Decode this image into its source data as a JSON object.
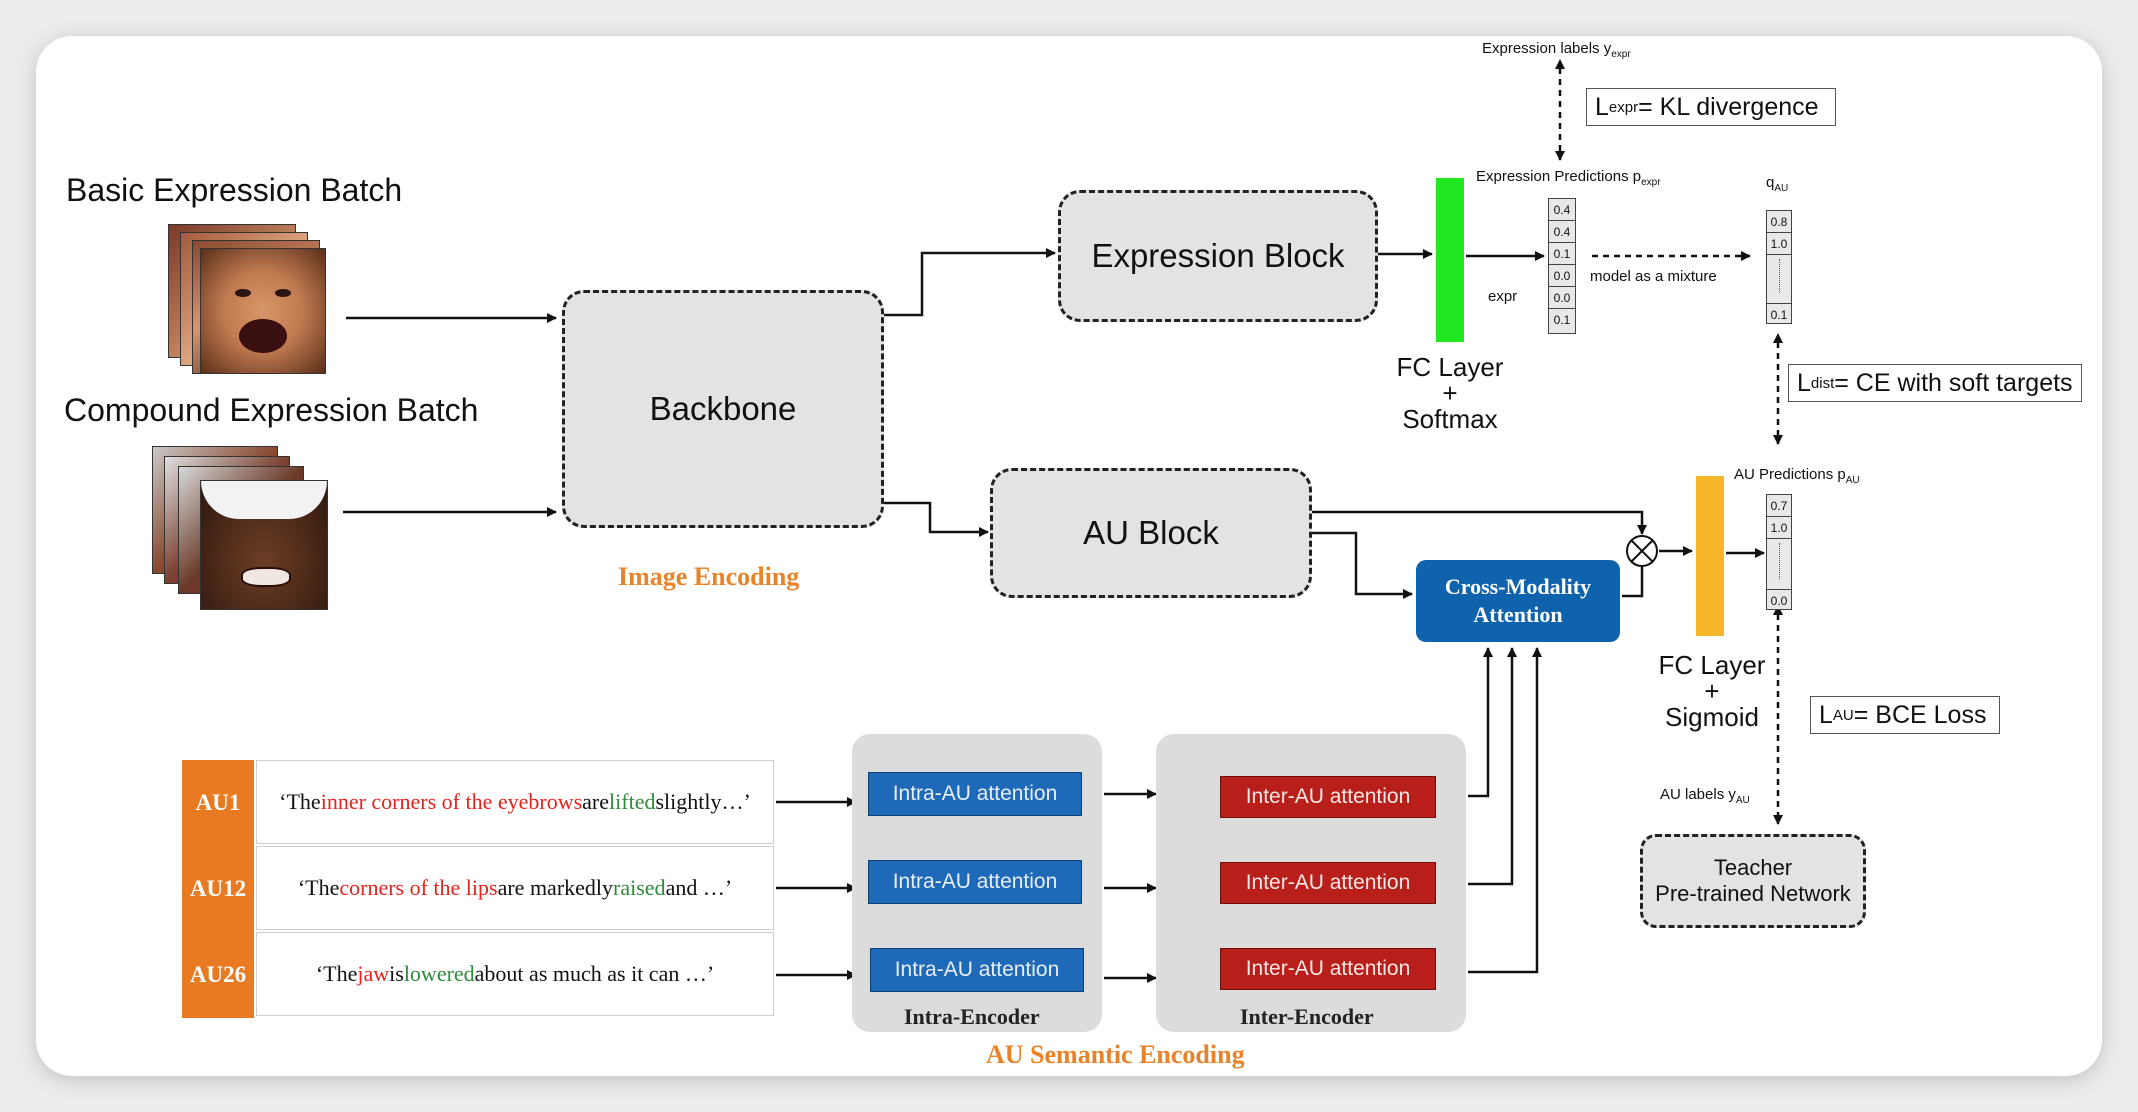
{
  "batches": {
    "basic": "Basic Expression Batch",
    "compound": "Compound Expression Batch"
  },
  "blocks": {
    "backbone": "Backbone",
    "expression": "Expression Block",
    "au": "AU Block",
    "teacher_line1": "Teacher",
    "teacher_line2": "Pre-trained Network"
  },
  "section_labels": {
    "image_encoding": "Image Encoding",
    "au_semantic_encoding": "AU Semantic Encoding"
  },
  "fc_expr": {
    "line1": "FC Layer",
    "line2": "+",
    "line3": "Softmax"
  },
  "fc_au": {
    "line1": "FC Layer",
    "line2": "+",
    "line3": "Sigmoid"
  },
  "cross_modality": {
    "line1": "Cross-Modality",
    "line2": "Attention"
  },
  "labels": {
    "expr_labels": "Expression labels y",
    "expr_labels_sub": "expr",
    "expr_predictions": "Expression Predictions p",
    "expr_predictions_sub": "expr",
    "expr_short": "expr",
    "q_au": "q",
    "q_au_sub": "AU",
    "mixture": "model as a mixture",
    "au_predictions": "AU Predictions p",
    "au_predictions_sub": "AU",
    "au_labels": "AU labels y",
    "au_labels_sub": "AU"
  },
  "losses": {
    "expr": {
      "prefix": "L",
      "sub": "expr",
      "rest": " = KL divergence"
    },
    "dist": {
      "prefix": "L",
      "sub": "dist",
      "rest": "= CE with soft targets"
    },
    "au": {
      "prefix": "L",
      "sub": "AU",
      "rest": " = BCE Loss"
    }
  },
  "vectors": {
    "expr_pred": [
      "0.4",
      "0.4",
      "0.1",
      "0.0",
      "0.0",
      "0.1"
    ],
    "q_au": {
      "top": [
        "0.8",
        "1.0"
      ],
      "bottom": "0.1"
    },
    "au_pred": {
      "top": [
        "0.7",
        "1.0"
      ],
      "bottom": "0.0"
    }
  },
  "au_rows": [
    {
      "tag": "AU1",
      "p1": "‘The ",
      "r": "inner corners of the eyebrows",
      "p2": " are ",
      "g": "lifted",
      "p3": " slightly…’"
    },
    {
      "tag": "AU12",
      "p1": "‘The ",
      "r": "corners of the lips",
      "p2": " are markedly ",
      "g": "raised",
      "p3": " and …’"
    },
    {
      "tag": "AU26",
      "p1": "‘The ",
      "r": "jaw",
      "p2": " is ",
      "g": "lowered",
      "p3": " about as much as it can …’"
    }
  ],
  "intra": {
    "box": "Intra-AU attention",
    "title": "Intra-Encoder"
  },
  "inter": {
    "box": "Inter-AU attention",
    "title": "Inter-Encoder"
  },
  "colors": {
    "fc_expr": "#22e822",
    "fc_au": "#f6b62a",
    "cross_modality": "#0f63ad",
    "intra": "#1e6ab8",
    "inter": "#b81f1a",
    "accent": "#e8832a"
  }
}
